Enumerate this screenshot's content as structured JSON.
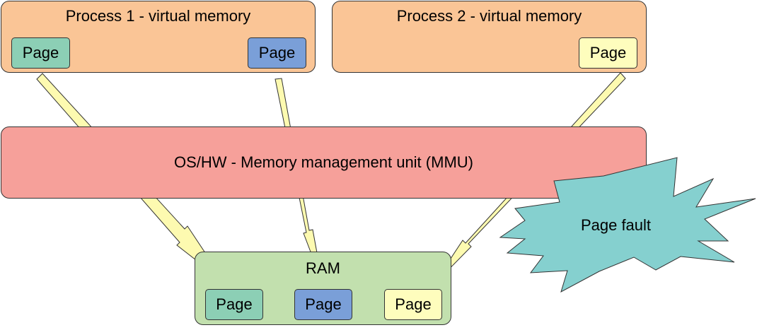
{
  "process1": {
    "title": "Process 1 - virtual memory",
    "pages": [
      "Page",
      "Page"
    ]
  },
  "process2": {
    "title": "Process 2 - virtual memory",
    "pages": [
      "Page"
    ]
  },
  "mmu": {
    "label": "OS/HW - Memory management unit (MMU)"
  },
  "ram": {
    "title": "RAM",
    "pages": [
      "Page",
      "Page",
      "Page"
    ]
  },
  "page_fault": {
    "label": "Page fault"
  },
  "colors": {
    "process_bg": "#fac596",
    "mmu_bg": "#f6a09a",
    "ram_bg": "#c2e0ae",
    "page_green": "#8ccfb5",
    "page_blue": "#7a9fd8",
    "page_yellow": "#fefdbd",
    "arrow_fill": "#fdfab0",
    "fault_bg": "#85d0cf"
  }
}
